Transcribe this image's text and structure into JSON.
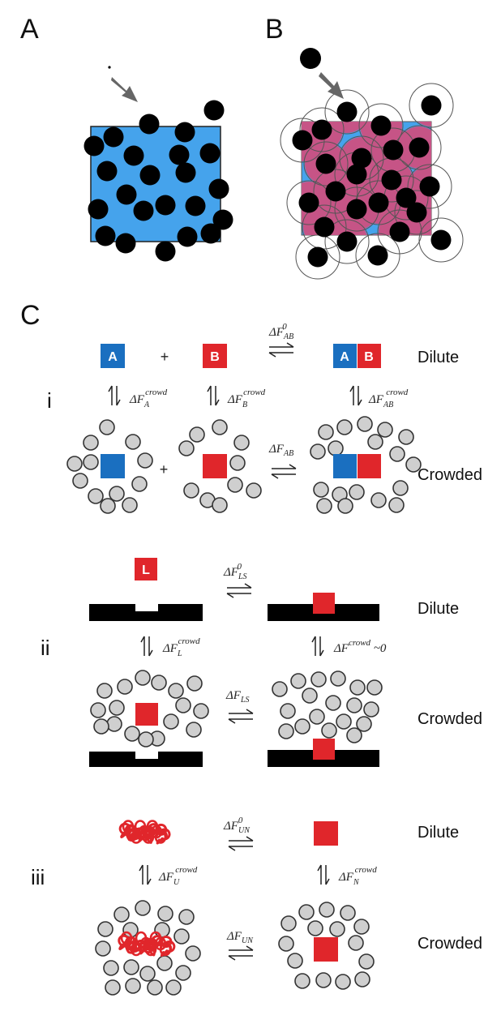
{
  "panels": {
    "a": "A",
    "b": "B",
    "c": "C"
  },
  "schemes": [
    {
      "roman": "i",
      "dilute": "Dilute",
      "crowded": "Crowded",
      "plus": "+",
      "box_a": "A",
      "box_b": "B",
      "dg_top": {
        "d": "ΔF",
        "sub": "AB",
        "sup": "0"
      },
      "dg_bottom": {
        "d": "ΔF",
        "sub": "AB",
        "sup": ""
      },
      "v1": {
        "d": "ΔF",
        "sub": "A",
        "sup": "crowd",
        "tail": ""
      },
      "v2": {
        "d": "ΔF",
        "sub": "B",
        "sup": "crowd",
        "tail": ""
      },
      "v3": {
        "d": "ΔF",
        "sub": "AB",
        "sup": "crowd",
        "tail": ""
      }
    },
    {
      "roman": "ii",
      "dilute": "Dilute",
      "crowded": "Crowded",
      "box_l": "L",
      "dg_top": {
        "d": "ΔF",
        "sub": "LS",
        "sup": "0"
      },
      "dg_bottom": {
        "d": "ΔF",
        "sub": "LS",
        "sup": ""
      },
      "v1": {
        "d": "ΔF",
        "sub": "L",
        "sup": "crowd",
        "tail": ""
      },
      "v2": {
        "d": "ΔF",
        "sub": "",
        "sup": "crowd",
        "tail": " ~0"
      }
    },
    {
      "roman": "iii",
      "dilute": "Dilute",
      "crowded": "Crowded",
      "dg_top": {
        "d": "ΔF",
        "sub": "UN",
        "sup": "0"
      },
      "dg_bottom": {
        "d": "ΔF",
        "sub": "UN",
        "sup": ""
      },
      "v1": {
        "d": "ΔF",
        "sub": "U",
        "sup": "crowd",
        "tail": ""
      },
      "v2": {
        "d": "ΔF",
        "sub": "N",
        "sup": "crowd",
        "tail": ""
      }
    }
  ],
  "colors": {
    "blue": "#1a6fc0",
    "red": "#e0262b",
    "light_blue": "#45a3ec",
    "magenta": "#c65486",
    "crowder": "#cfcfcf",
    "black": "#000000"
  }
}
